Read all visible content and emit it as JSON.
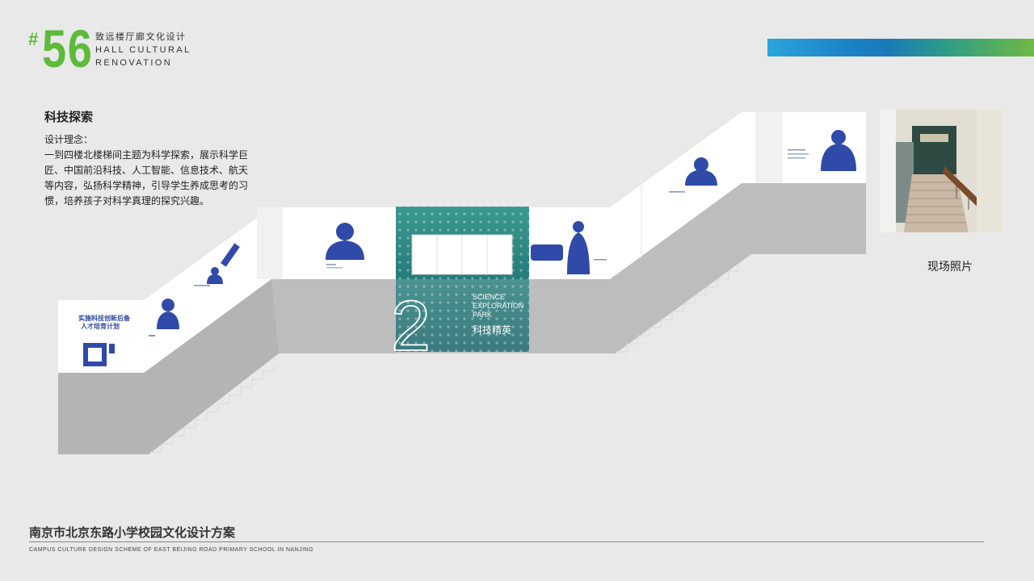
{
  "header": {
    "hash": "#",
    "number": "56",
    "title_cn": "致远楼厅廊文化设计",
    "title_en": "HALL CULTURAL RENOVATION"
  },
  "section": {
    "title": "科技探索",
    "concept_label": "设计理念：",
    "concept_body": "一到四楼北楼梯间主题为科学探索，展示科学巨匠、中国前沿科技、人工智能、信息技术、航天等内容，弘扬科学精神，引导学生养成思考的习惯，培养孩子对科学真理的探究兴趣。"
  },
  "wall": {
    "left_panel_line1": "实施科技创新后备",
    "left_panel_line2": "人才培育计划",
    "feature_number": "2",
    "feature_en_line1": "SCIENCE",
    "feature_en_line2": "EXPLORATION",
    "feature_en_line3": "PARK",
    "feature_cn": "科技精英"
  },
  "photo": {
    "caption": "现场照片"
  },
  "footer": {
    "title_cn": "南京市北京东路小学校园文化设计方案",
    "title_en": "CAMPUS CULTURE DESIGN SCHEME OF EAST BEIJING ROAD PRIMARY SCHOOL IN NANJING"
  },
  "colors": {
    "accent_green": "#5dba3a",
    "portrait_blue": "#2f4aa8",
    "feature_teal": "#1e6f6c"
  }
}
